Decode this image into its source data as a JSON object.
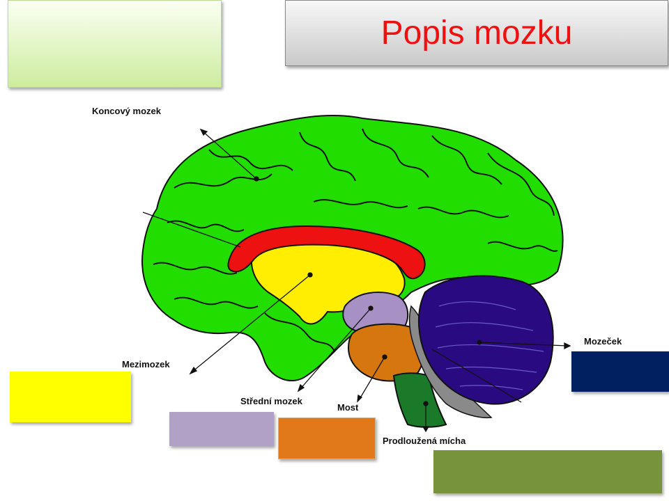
{
  "title": "Popis mozku",
  "labels": {
    "koncovy_mozek": "Koncový mozek",
    "mezimozek": "Mezimozek",
    "stredni_mozek": "Střední mozek",
    "most": "Most",
    "prodlouzena_micha": "Prodloužená mícha",
    "mozecek": "Mozeček"
  },
  "colors": {
    "title_text": "#ee1111",
    "cerebrum": "#22dd00",
    "corpus_callosum": "#ee1111",
    "diencephalon": "#ffee00",
    "midbrain": "#a690c4",
    "pons": "#d6760f",
    "medulla": "#1a7a2a",
    "cerebellum": "#2a0a80",
    "swatch_yellow": "#ffff00",
    "swatch_purple": "#b2a1c6",
    "swatch_orange": "#e1791a",
    "swatch_navy": "#002060",
    "swatch_olive": "#77933c"
  }
}
